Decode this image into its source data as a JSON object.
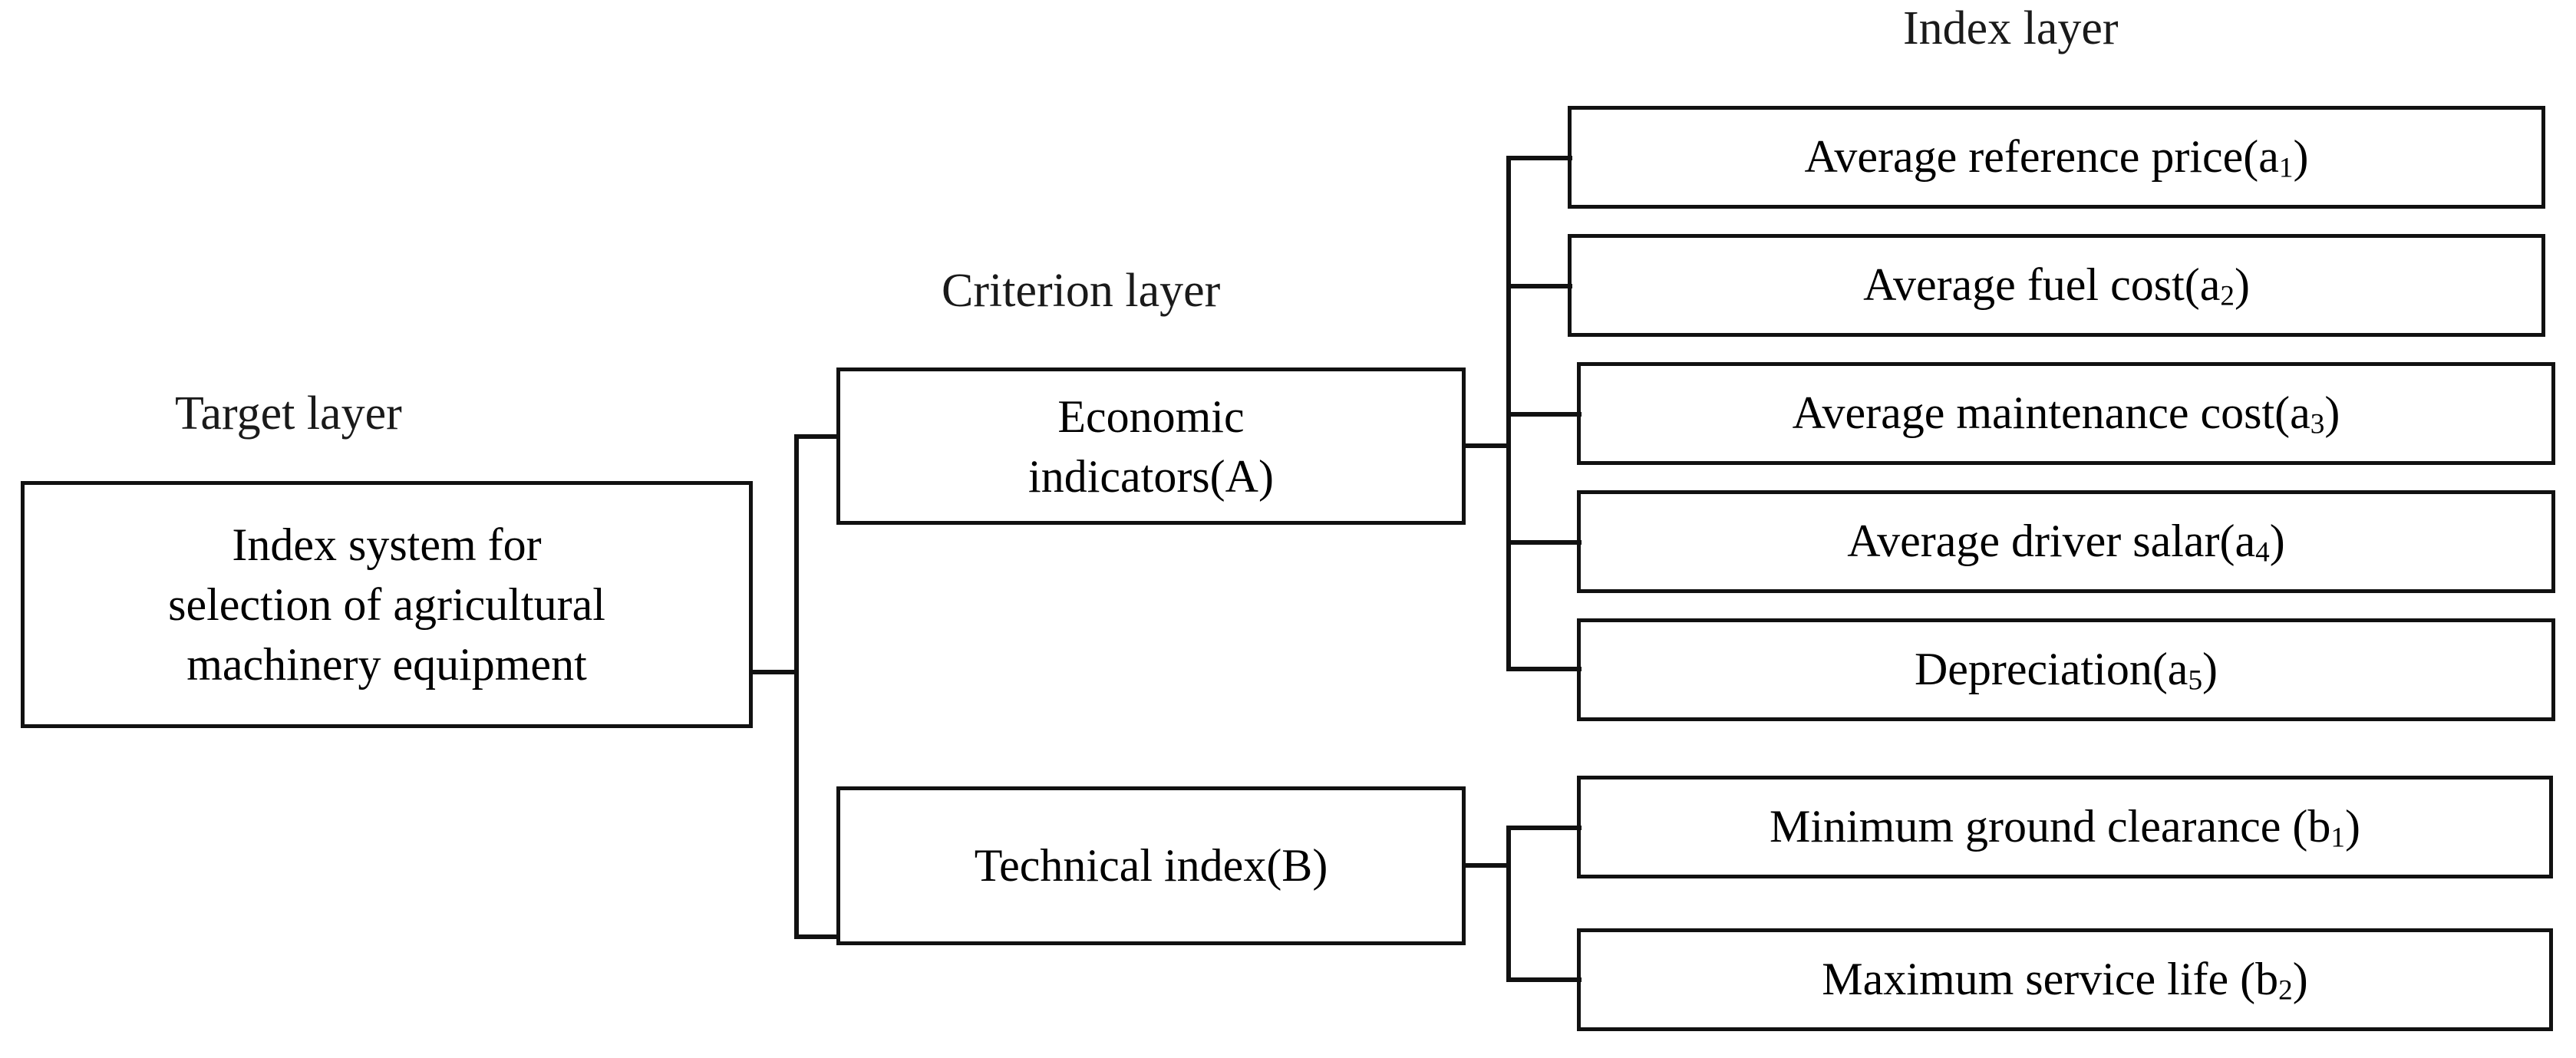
{
  "diagram": {
    "title": "Index system for selection of agricultural machinery equipment",
    "type": "hierarchy-tree",
    "layers": [
      {
        "id": "target",
        "heading": "Target layer"
      },
      {
        "id": "criterion",
        "heading": "Criterion layer"
      },
      {
        "id": "index",
        "heading": "Index layer"
      }
    ],
    "colors": {
      "background": "#ffffff",
      "box_border": "#111111",
      "text": "#000000",
      "connector": "#111111"
    }
  },
  "headings": {
    "target": "Target layer",
    "criterion": "Criterion layer",
    "index": "Index layer"
  },
  "target_node": {
    "id": "goal",
    "line1": "Index system for",
    "line2": "selection of agricultural",
    "line3": "machinery equipment"
  },
  "criterion_nodes": [
    {
      "id": "A",
      "line1": "Economic",
      "line2": "indicators(A)",
      "code": "A"
    },
    {
      "id": "B",
      "line1": "Technical index(B)",
      "line2": "",
      "code": "B"
    }
  ],
  "index_nodes_economic": [
    {
      "id": "a1",
      "text": "Average reference price(a",
      "sub": "1",
      "tail": ")"
    },
    {
      "id": "a2",
      "text": "Average fuel cost(a",
      "sub": "2",
      "tail": ")"
    },
    {
      "id": "a3",
      "text": "Average maintenance cost(a",
      "sub": "3",
      "tail": ")"
    },
    {
      "id": "a4",
      "text": "Average driver salar(a",
      "sub": "4",
      "tail": ")"
    },
    {
      "id": "a5",
      "text": "Depreciation(a",
      "sub": "5",
      "tail": ")"
    }
  ],
  "index_nodes_technical": [
    {
      "id": "b1",
      "text": "Minimum ground clearance (b",
      "sub": "1",
      "tail": ")"
    },
    {
      "id": "b2",
      "text": "Maximum service life (b",
      "sub": "2",
      "tail": ")"
    }
  ]
}
